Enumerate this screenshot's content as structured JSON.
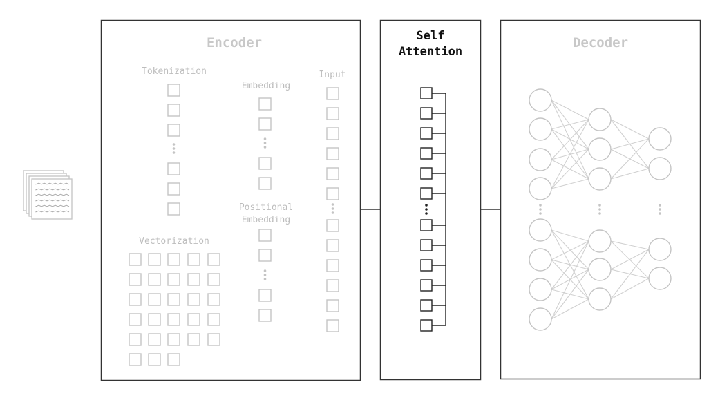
{
  "document_icon": "stacked-documents-icon",
  "encoder": {
    "title": "Encoder",
    "tokenization": {
      "label": "Tokenization",
      "squares_before_dots": 3,
      "squares_after_dots": 3
    },
    "embedding": {
      "label": "Embedding",
      "squares_before_dots": 2,
      "squares_after_dots": 2
    },
    "positional_embedding": {
      "label_line1": "Positional",
      "label_line2": "Embedding",
      "squares_before_dots": 2,
      "squares_after_dots": 2
    },
    "input": {
      "label": "Input",
      "squares_before_dots": 6,
      "squares_after_dots": 6
    },
    "vectorization": {
      "label": "Vectorization",
      "rows": 6,
      "columns": 5,
      "last_row_count": 3
    }
  },
  "self_attention": {
    "title_line1": "Self",
    "title_line2": "Attention",
    "squares_before_dots": 6,
    "squares_after_dots": 6
  },
  "decoder": {
    "title": "Decoder",
    "layers": [
      4,
      3,
      2
    ],
    "groups": 2
  },
  "colors": {
    "grey": "#c4c4c4",
    "black": "#222222",
    "frame": "#333333"
  }
}
